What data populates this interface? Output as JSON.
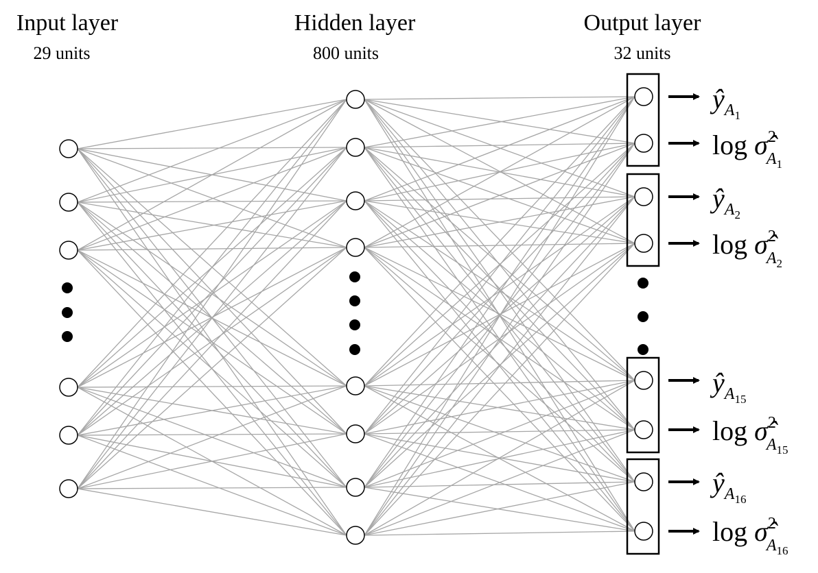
{
  "layers": {
    "input": {
      "title": "Input layer",
      "units": "29 units"
    },
    "hidden": {
      "title": "Hidden layer",
      "units": "800 units"
    },
    "output": {
      "title": "Output layer",
      "units": "32 units"
    }
  },
  "outputs": [
    {
      "group": 1,
      "mean": "ŷ",
      "var_prefix": "log",
      "var_symbol": "σ̂",
      "power": "2",
      "letter": "A",
      "index": "1"
    },
    {
      "group": 2,
      "mean": "ŷ",
      "var_prefix": "log",
      "var_symbol": "σ̂",
      "power": "2",
      "letter": "A",
      "index": "2"
    },
    {
      "group": 15,
      "mean": "ŷ",
      "var_prefix": "log",
      "var_symbol": "σ̂",
      "power": "2",
      "letter": "A",
      "index": "15"
    },
    {
      "group": 16,
      "mean": "ŷ",
      "var_prefix": "log",
      "var_symbol": "σ̂",
      "power": "2",
      "letter": "A",
      "index": "16"
    }
  ],
  "colors": {
    "edge": "#a6a6a6",
    "node_stroke": "#000000",
    "node_fill": "#ffffff",
    "ellipsis": "#000000"
  }
}
